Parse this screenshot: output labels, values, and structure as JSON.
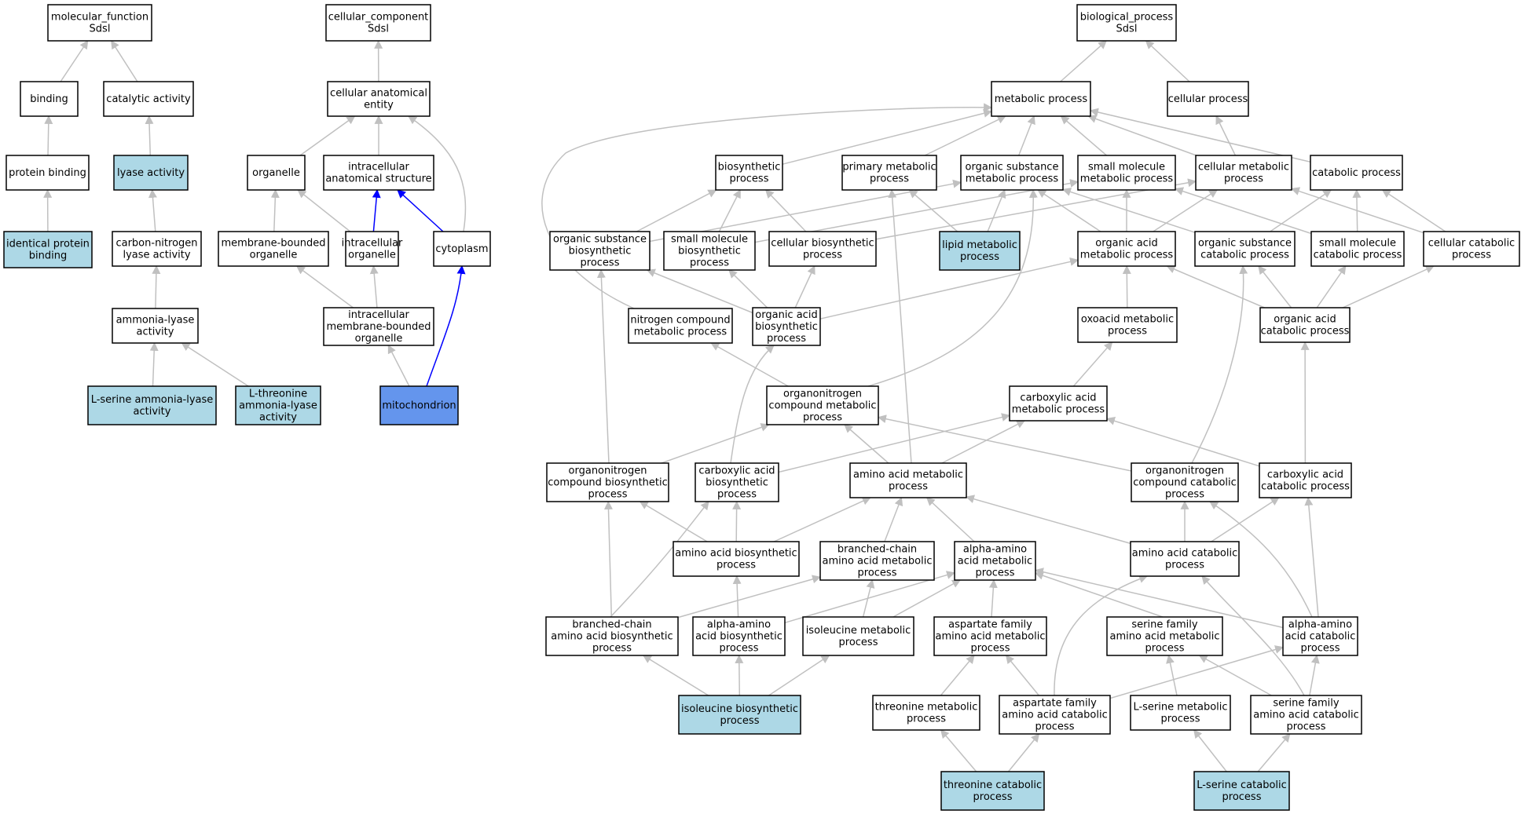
{
  "colors": {
    "default_fill": "#ffffff",
    "annotated_fill": "#add8e6",
    "focus_fill": "#6495ed",
    "gray_edge": "#c0c0c0",
    "blue_edge": "#0000ff",
    "border": "#000000"
  },
  "nodes": [
    {
      "id": "mf",
      "lines": [
        "molecular_function",
        "Sdsl"
      ],
      "style": "default"
    },
    {
      "id": "cc",
      "lines": [
        "cellular_component",
        "Sdsl"
      ],
      "style": "default"
    },
    {
      "id": "bp",
      "lines": [
        "biological_process",
        "Sdsl"
      ],
      "style": "default"
    },
    {
      "id": "binding",
      "lines": [
        "binding"
      ],
      "style": "default"
    },
    {
      "id": "catact",
      "lines": [
        "catalytic activity"
      ],
      "style": "default"
    },
    {
      "id": "protbind",
      "lines": [
        "protein binding"
      ],
      "style": "default"
    },
    {
      "id": "lyase",
      "lines": [
        "lyase activity"
      ],
      "style": "annotated"
    },
    {
      "id": "identprot",
      "lines": [
        "identical protein",
        "binding"
      ],
      "style": "annotated"
    },
    {
      "id": "cnlyase",
      "lines": [
        "carbon-nitrogen",
        "lyase activity"
      ],
      "style": "default"
    },
    {
      "id": "amlyase",
      "lines": [
        "ammonia-lyase",
        "activity"
      ],
      "style": "default"
    },
    {
      "id": "lserlyase",
      "lines": [
        "L-serine ammonia-lyase",
        "activity"
      ],
      "style": "annotated"
    },
    {
      "id": "lthrlyase",
      "lines": [
        "L-threonine",
        "ammonia-lyase",
        "activity"
      ],
      "style": "annotated"
    },
    {
      "id": "cae",
      "lines": [
        "cellular anatomical",
        "entity"
      ],
      "style": "default"
    },
    {
      "id": "organelle",
      "lines": [
        "organelle"
      ],
      "style": "default"
    },
    {
      "id": "ias",
      "lines": [
        "intracellular",
        "anatomical structure"
      ],
      "style": "default"
    },
    {
      "id": "mbo",
      "lines": [
        "membrane-bounded",
        "organelle"
      ],
      "style": "default"
    },
    {
      "id": "intorg",
      "lines": [
        "intracellular",
        "organelle"
      ],
      "style": "default"
    },
    {
      "id": "cytoplasm",
      "lines": [
        "cytoplasm"
      ],
      "style": "default"
    },
    {
      "id": "imbo",
      "lines": [
        "intracellular",
        "membrane-bounded",
        "organelle"
      ],
      "style": "default"
    },
    {
      "id": "mito",
      "lines": [
        "mitochondrion"
      ],
      "style": "focus"
    },
    {
      "id": "metproc",
      "lines": [
        "metabolic process"
      ],
      "style": "default"
    },
    {
      "id": "cellproc",
      "lines": [
        "cellular process"
      ],
      "style": "default"
    },
    {
      "id": "biosyn",
      "lines": [
        "biosynthetic",
        "process"
      ],
      "style": "default"
    },
    {
      "id": "primmet",
      "lines": [
        "primary metabolic",
        "process"
      ],
      "style": "default"
    },
    {
      "id": "orgsubmet",
      "lines": [
        "organic substance",
        "metabolic process"
      ],
      "style": "default"
    },
    {
      "id": "smallmolmet",
      "lines": [
        "small molecule",
        "metabolic process"
      ],
      "style": "default"
    },
    {
      "id": "cellmet",
      "lines": [
        "cellular metabolic",
        "process"
      ],
      "style": "default"
    },
    {
      "id": "catproc",
      "lines": [
        "catabolic process"
      ],
      "style": "default"
    },
    {
      "id": "orgsubbio",
      "lines": [
        "organic substance",
        "biosynthetic",
        "process"
      ],
      "style": "default"
    },
    {
      "id": "smallmolbio",
      "lines": [
        "small molecule",
        "biosynthetic",
        "process"
      ],
      "style": "default"
    },
    {
      "id": "cellbio",
      "lines": [
        "cellular biosynthetic",
        "process"
      ],
      "style": "default"
    },
    {
      "id": "lipid",
      "lines": [
        "lipid metabolic",
        "process"
      ],
      "style": "annotated"
    },
    {
      "id": "orgacidmet",
      "lines": [
        "organic acid",
        "metabolic process"
      ],
      "style": "default"
    },
    {
      "id": "orgsubcat",
      "lines": [
        "organic substance",
        "catabolic process"
      ],
      "style": "default"
    },
    {
      "id": "smallmolcat",
      "lines": [
        "small molecule",
        "catabolic process"
      ],
      "style": "default"
    },
    {
      "id": "cellcat",
      "lines": [
        "cellular catabolic",
        "process"
      ],
      "style": "default"
    },
    {
      "id": "nitcomp",
      "lines": [
        "nitrogen compound",
        "metabolic process"
      ],
      "style": "default"
    },
    {
      "id": "orgacidbio",
      "lines": [
        "organic acid",
        "biosynthetic",
        "process"
      ],
      "style": "default"
    },
    {
      "id": "oxoacid",
      "lines": [
        "oxoacid metabolic",
        "process"
      ],
      "style": "default"
    },
    {
      "id": "orgacidcat",
      "lines": [
        "organic acid",
        "catabolic process"
      ],
      "style": "default"
    },
    {
      "id": "onmet",
      "lines": [
        "organonitrogen",
        "compound metabolic",
        "process"
      ],
      "style": "default"
    },
    {
      "id": "carbmet",
      "lines": [
        "carboxylic acid",
        "metabolic process"
      ],
      "style": "default"
    },
    {
      "id": "onbio",
      "lines": [
        "organonitrogen",
        "compound biosynthetic",
        "process"
      ],
      "style": "default"
    },
    {
      "id": "carbbio",
      "lines": [
        "carboxylic acid",
        "biosynthetic",
        "process"
      ],
      "style": "default"
    },
    {
      "id": "aamet",
      "lines": [
        "amino acid metabolic",
        "process"
      ],
      "style": "default"
    },
    {
      "id": "oncat",
      "lines": [
        "organonitrogen",
        "compound catabolic",
        "process"
      ],
      "style": "default"
    },
    {
      "id": "carbcat",
      "lines": [
        "carboxylic acid",
        "catabolic process"
      ],
      "style": "default"
    },
    {
      "id": "aabio",
      "lines": [
        "amino acid biosynthetic",
        "process"
      ],
      "style": "default"
    },
    {
      "id": "bcmet",
      "lines": [
        "branched-chain",
        "amino acid metabolic",
        "process"
      ],
      "style": "default"
    },
    {
      "id": "alphamet",
      "lines": [
        "alpha-amino",
        "acid metabolic",
        "process"
      ],
      "style": "default"
    },
    {
      "id": "aacat",
      "lines": [
        "amino acid catabolic",
        "process"
      ],
      "style": "default"
    },
    {
      "id": "bcbio",
      "lines": [
        "branched-chain",
        "amino acid biosynthetic",
        "process"
      ],
      "style": "default"
    },
    {
      "id": "alphabio",
      "lines": [
        "alpha-amino",
        "acid biosynthetic",
        "process"
      ],
      "style": "default"
    },
    {
      "id": "ilemet",
      "lines": [
        "isoleucine metabolic",
        "process"
      ],
      "style": "default"
    },
    {
      "id": "aspmet",
      "lines": [
        "aspartate family",
        "amino acid metabolic",
        "process"
      ],
      "style": "default"
    },
    {
      "id": "sermet",
      "lines": [
        "serine family",
        "amino acid metabolic",
        "process"
      ],
      "style": "default"
    },
    {
      "id": "alphacat",
      "lines": [
        "alpha-amino",
        "acid catabolic",
        "process"
      ],
      "style": "default"
    },
    {
      "id": "ilebio",
      "lines": [
        "isoleucine biosynthetic",
        "process"
      ],
      "style": "annotated"
    },
    {
      "id": "thrmet",
      "lines": [
        "threonine metabolic",
        "process"
      ],
      "style": "default"
    },
    {
      "id": "aspcat",
      "lines": [
        "aspartate family",
        "amino acid catabolic",
        "process"
      ],
      "style": "default"
    },
    {
      "id": "lsermet",
      "lines": [
        "L-serine metabolic",
        "process"
      ],
      "style": "default"
    },
    {
      "id": "sercat",
      "lines": [
        "serine family",
        "amino acid catabolic",
        "process"
      ],
      "style": "default"
    },
    {
      "id": "thrcat",
      "lines": [
        "threonine catabolic",
        "process"
      ],
      "style": "annotated"
    },
    {
      "id": "lsercat",
      "lines": [
        "L-serine catabolic",
        "process"
      ],
      "style": "annotated"
    }
  ],
  "edges": [
    {
      "from": "binding",
      "to": "mf",
      "color": "gray"
    },
    {
      "from": "catact",
      "to": "mf",
      "color": "gray"
    },
    {
      "from": "protbind",
      "to": "binding",
      "color": "gray"
    },
    {
      "from": "identprot",
      "to": "protbind",
      "color": "gray"
    },
    {
      "from": "lyase",
      "to": "catact",
      "color": "gray"
    },
    {
      "from": "cnlyase",
      "to": "lyase",
      "color": "gray"
    },
    {
      "from": "amlyase",
      "to": "cnlyase",
      "color": "gray"
    },
    {
      "from": "lserlyase",
      "to": "amlyase",
      "color": "gray"
    },
    {
      "from": "lthrlyase",
      "to": "amlyase",
      "color": "gray"
    },
    {
      "from": "cae",
      "to": "cc",
      "color": "gray"
    },
    {
      "from": "organelle",
      "to": "cae",
      "color": "gray"
    },
    {
      "from": "ias",
      "to": "cae",
      "color": "gray"
    },
    {
      "from": "cytoplasm",
      "to": "cae",
      "color": "gray"
    },
    {
      "from": "mbo",
      "to": "organelle",
      "color": "gray"
    },
    {
      "from": "intorg",
      "to": "organelle",
      "color": "gray"
    },
    {
      "from": "intorg",
      "to": "ias",
      "color": "blue"
    },
    {
      "from": "cytoplasm",
      "to": "ias",
      "color": "blue"
    },
    {
      "from": "imbo",
      "to": "mbo",
      "color": "gray"
    },
    {
      "from": "imbo",
      "to": "intorg",
      "color": "gray"
    },
    {
      "from": "mito",
      "to": "imbo",
      "color": "gray"
    },
    {
      "from": "mito",
      "to": "cytoplasm",
      "color": "blue"
    },
    {
      "from": "metproc",
      "to": "bp",
      "color": "gray"
    },
    {
      "from": "cellproc",
      "to": "bp",
      "color": "gray"
    },
    {
      "from": "biosyn",
      "to": "metproc",
      "color": "gray"
    },
    {
      "from": "primmet",
      "to": "metproc",
      "color": "gray"
    },
    {
      "from": "orgsubmet",
      "to": "metproc",
      "color": "gray"
    },
    {
      "from": "smallmolmet",
      "to": "metproc",
      "color": "gray"
    },
    {
      "from": "cellmet",
      "to": "metproc",
      "color": "gray"
    },
    {
      "from": "catproc",
      "to": "metproc",
      "color": "gray"
    },
    {
      "from": "cellmet",
      "to": "cellproc",
      "color": "gray"
    },
    {
      "from": "nitcomp",
      "to": "metproc",
      "color": "gray"
    },
    {
      "from": "orgsubbio",
      "to": "biosyn",
      "color": "gray"
    },
    {
      "from": "orgsubbio",
      "to": "orgsubmet",
      "color": "gray"
    },
    {
      "from": "smallmolbio",
      "to": "biosyn",
      "color": "gray"
    },
    {
      "from": "smallmolbio",
      "to": "smallmolmet",
      "color": "gray"
    },
    {
      "from": "cellbio",
      "to": "biosyn",
      "color": "gray"
    },
    {
      "from": "cellbio",
      "to": "cellmet",
      "color": "gray"
    },
    {
      "from": "lipid",
      "to": "primmet",
      "color": "gray"
    },
    {
      "from": "lipid",
      "to": "orgsubmet",
      "color": "gray"
    },
    {
      "from": "orgacidmet",
      "to": "orgsubmet",
      "color": "gray"
    },
    {
      "from": "orgacidmet",
      "to": "smallmolmet",
      "color": "gray"
    },
    {
      "from": "orgacidmet",
      "to": "cellmet",
      "color": "gray"
    },
    {
      "from": "orgsubcat",
      "to": "orgsubmet",
      "color": "gray"
    },
    {
      "from": "orgsubcat",
      "to": "catproc",
      "color": "gray"
    },
    {
      "from": "smallmolcat",
      "to": "smallmolmet",
      "color": "gray"
    },
    {
      "from": "smallmolcat",
      "to": "catproc",
      "color": "gray"
    },
    {
      "from": "cellcat",
      "to": "cellmet",
      "color": "gray"
    },
    {
      "from": "cellcat",
      "to": "catproc",
      "color": "gray"
    },
    {
      "from": "orgacidbio",
      "to": "orgsubbio",
      "color": "gray"
    },
    {
      "from": "orgacidbio",
      "to": "smallmolbio",
      "color": "gray"
    },
    {
      "from": "orgacidbio",
      "to": "cellbio",
      "color": "gray"
    },
    {
      "from": "orgacidbio",
      "to": "orgacidmet",
      "color": "gray"
    },
    {
      "from": "oxoacid",
      "to": "orgacidmet",
      "color": "gray"
    },
    {
      "from": "orgacidcat",
      "to": "orgacidmet",
      "color": "gray"
    },
    {
      "from": "orgacidcat",
      "to": "orgsubcat",
      "color": "gray"
    },
    {
      "from": "orgacidcat",
      "to": "smallmolcat",
      "color": "gray"
    },
    {
      "from": "orgacidcat",
      "to": "cellcat",
      "color": "gray"
    },
    {
      "from": "onmet",
      "to": "nitcomp",
      "color": "gray"
    },
    {
      "from": "onmet",
      "to": "orgsubmet",
      "color": "gray"
    },
    {
      "from": "carbmet",
      "to": "oxoacid",
      "color": "gray"
    },
    {
      "from": "onbio",
      "to": "orgsubbio",
      "color": "gray"
    },
    {
      "from": "onbio",
      "to": "onmet",
      "color": "gray"
    },
    {
      "from": "carbbio",
      "to": "orgacidbio",
      "color": "gray"
    },
    {
      "from": "carbbio",
      "to": "carbmet",
      "color": "gray"
    },
    {
      "from": "aamet",
      "to": "onmet",
      "color": "gray"
    },
    {
      "from": "aamet",
      "to": "carbmet",
      "color": "gray"
    },
    {
      "from": "aamet",
      "to": "primmet",
      "color": "gray"
    },
    {
      "from": "oncat",
      "to": "onmet",
      "color": "gray"
    },
    {
      "from": "oncat",
      "to": "orgsubcat",
      "color": "gray"
    },
    {
      "from": "carbcat",
      "to": "carbmet",
      "color": "gray"
    },
    {
      "from": "carbcat",
      "to": "orgacidcat",
      "color": "gray"
    },
    {
      "from": "aabio",
      "to": "onbio",
      "color": "gray"
    },
    {
      "from": "aabio",
      "to": "carbbio",
      "color": "gray"
    },
    {
      "from": "aabio",
      "to": "aamet",
      "color": "gray"
    },
    {
      "from": "bcmet",
      "to": "aamet",
      "color": "gray"
    },
    {
      "from": "alphamet",
      "to": "aamet",
      "color": "gray"
    },
    {
      "from": "aacat",
      "to": "aamet",
      "color": "gray"
    },
    {
      "from": "aacat",
      "to": "oncat",
      "color": "gray"
    },
    {
      "from": "aacat",
      "to": "carbcat",
      "color": "gray"
    },
    {
      "from": "bcbio",
      "to": "onbio",
      "color": "gray"
    },
    {
      "from": "bcbio",
      "to": "carbbio",
      "color": "gray"
    },
    {
      "from": "bcbio",
      "to": "bcmet",
      "color": "gray"
    },
    {
      "from": "alphabio",
      "to": "aabio",
      "color": "gray"
    },
    {
      "from": "alphabio",
      "to": "alphamet",
      "color": "gray"
    },
    {
      "from": "ilemet",
      "to": "bcmet",
      "color": "gray"
    },
    {
      "from": "ilemet",
      "to": "alphamet",
      "color": "gray"
    },
    {
      "from": "aspmet",
      "to": "alphamet",
      "color": "gray"
    },
    {
      "from": "sermet",
      "to": "alphamet",
      "color": "gray"
    },
    {
      "from": "alphacat",
      "to": "alphamet",
      "color": "gray"
    },
    {
      "from": "alphacat",
      "to": "oncat",
      "color": "gray"
    },
    {
      "from": "alphacat",
      "to": "carbcat",
      "color": "gray"
    },
    {
      "from": "ilebio",
      "to": "bcbio",
      "color": "gray"
    },
    {
      "from": "ilebio",
      "to": "alphabio",
      "color": "gray"
    },
    {
      "from": "ilebio",
      "to": "ilemet",
      "color": "gray"
    },
    {
      "from": "thrmet",
      "to": "aspmet",
      "color": "gray"
    },
    {
      "from": "aspcat",
      "to": "aspmet",
      "color": "gray"
    },
    {
      "from": "aspcat",
      "to": "aacat",
      "color": "gray"
    },
    {
      "from": "aspcat",
      "to": "alphacat",
      "color": "gray"
    },
    {
      "from": "lsermet",
      "to": "sermet",
      "color": "gray"
    },
    {
      "from": "sercat",
      "to": "sermet",
      "color": "gray"
    },
    {
      "from": "sercat",
      "to": "aacat",
      "color": "gray"
    },
    {
      "from": "sercat",
      "to": "alphacat",
      "color": "gray"
    },
    {
      "from": "thrcat",
      "to": "thrmet",
      "color": "gray"
    },
    {
      "from": "thrcat",
      "to": "aspcat",
      "color": "gray"
    },
    {
      "from": "lsercat",
      "to": "lsermet",
      "color": "gray"
    },
    {
      "from": "lsercat",
      "to": "sercat",
      "color": "gray"
    }
  ]
}
